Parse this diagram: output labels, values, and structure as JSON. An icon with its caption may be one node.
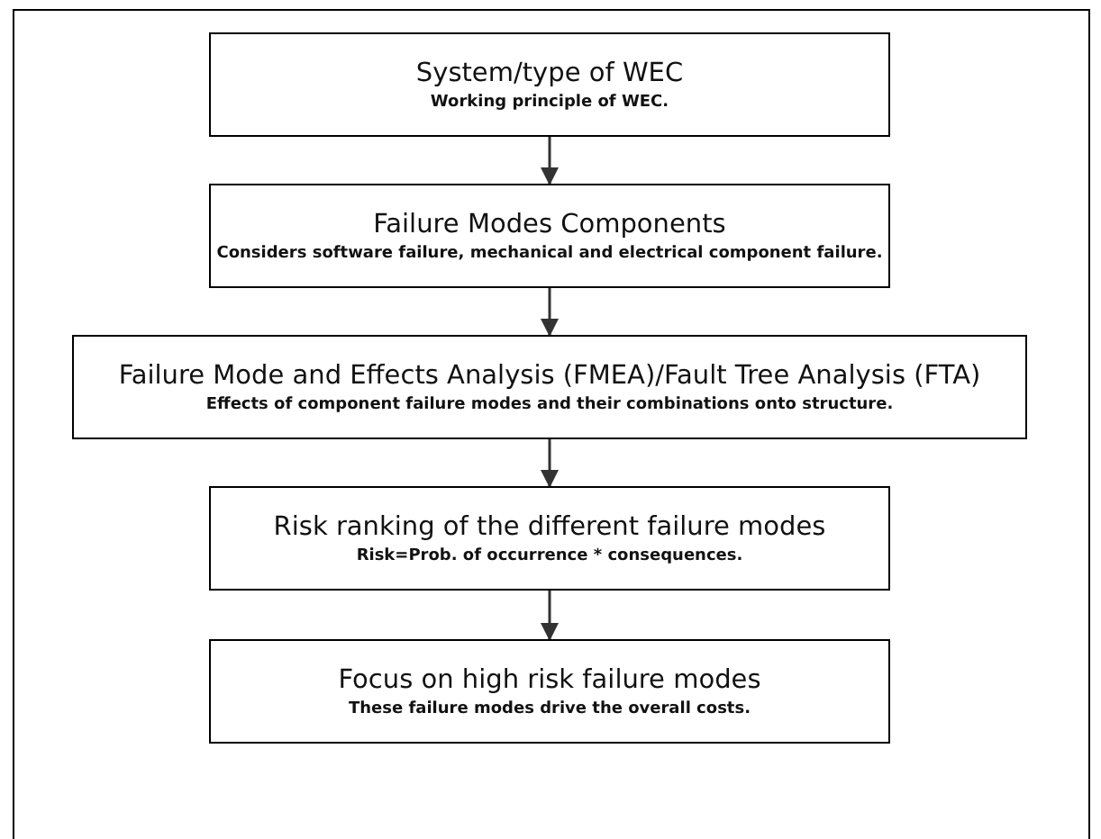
{
  "diagram": {
    "nodes": [
      {
        "text": [
          "System/type of WEC",
          "Working principle of WEC."
        ]
      },
      {
        "text": [
          "Failure Modes Components",
          "Considers software failure, mechanical and electrical component failure."
        ]
      },
      {
        "text": [
          "Failure Mode and Effects Analysis (FMEA)/Fault Tree Analysis (FTA)",
          "Effects of component failure modes and their combinations onto structure."
        ]
      },
      {
        "text": [
          "Risk ranking of the different failure modes",
          "Risk=Prob. of occurrence * consequences."
        ]
      },
      {
        "text": [
          "Focus on high risk failure modes",
          "These failure modes drive the overall costs."
        ]
      }
    ],
    "edges": [
      {
        "from": 0,
        "to": 1,
        "arrow": "to"
      },
      {
        "from": 1,
        "to": 2,
        "arrow": "to"
      },
      {
        "from": 2,
        "to": 3,
        "arrow": "to"
      },
      {
        "from": 3,
        "to": 4,
        "arrow": "to"
      }
    ]
  }
}
